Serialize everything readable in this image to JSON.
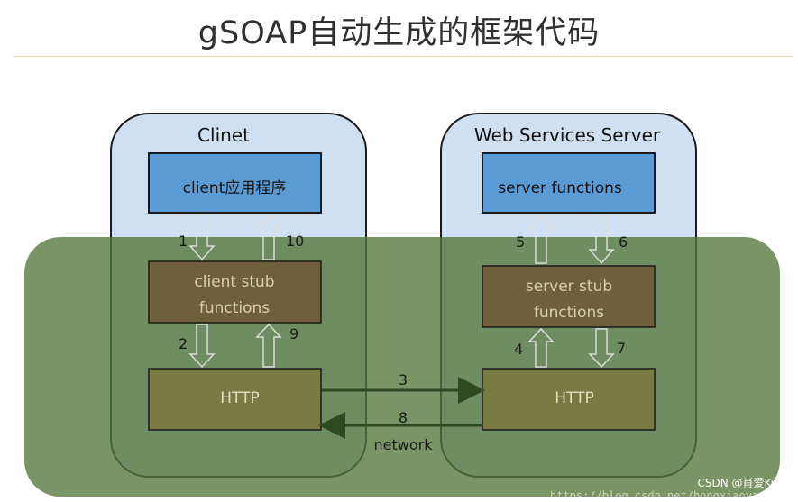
{
  "title": "gSOAP自动生成的框架代码",
  "client_panel": {
    "label": "Clinet",
    "app_box": "client应用程序",
    "stub_box_line1": "client stub",
    "stub_box_line2": "functions",
    "http_box": "HTTP"
  },
  "server_panel": {
    "label": "Web Services Server",
    "app_box": "server functions",
    "stub_box_line1": "server stub",
    "stub_box_line2": "functions",
    "http_box": "HTTP"
  },
  "flow_labels": {
    "s1": "1",
    "s2": "2",
    "s3": "3",
    "s4": "4",
    "s5": "5",
    "s6": "6",
    "s7": "7",
    "s8": "8",
    "s9": "9",
    "s10": "10"
  },
  "network_label": "network",
  "watermark": {
    "credit": "CSDN @肖爱Kun",
    "url": "https://blog.csdn.net/hongxiaoya"
  },
  "colors": {
    "panel_fill": "#cfe0f2",
    "app_fill": "#5b9bd5",
    "stub_fill": "#6e5f3d",
    "http_fill": "#7b7b48",
    "network_band": "#5f7f46",
    "arrow_stroke": "#3a5a2a"
  }
}
